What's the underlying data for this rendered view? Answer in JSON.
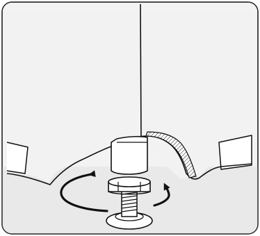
{
  "illustration": {
    "subject": "adjustable-leveling-foot",
    "rotation_directions": [
      "counterclockwise-arrow",
      "clockwise-arrow"
    ]
  },
  "colors": {
    "outline": "#111111",
    "panel": "#f2f2f2",
    "bump_fill": "#ffffff",
    "floor_shadow": "#e9e9e9",
    "frame_border": "#333333"
  }
}
